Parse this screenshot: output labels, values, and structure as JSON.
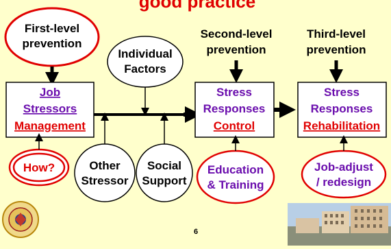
{
  "title_partial": "good practice",
  "first_level": [
    "First-level",
    "prevention"
  ],
  "second_level": [
    "Second-level",
    "prevention"
  ],
  "third_level": [
    "Third-level",
    "prevention"
  ],
  "individual_factors": [
    "Individual",
    "Factors"
  ],
  "box1": {
    "line1": "Job",
    "line2": "Stressors",
    "line3": "Management"
  },
  "box2": {
    "line1": "Stress",
    "line2": "Responses",
    "line3": "Control"
  },
  "box3": {
    "line1": "Stress",
    "line2": "Responses",
    "line3": "Rehabilitation"
  },
  "how": "How?",
  "other_stressor": [
    "Other",
    "Stressor"
  ],
  "social_support": [
    "Social",
    "Support"
  ],
  "education": [
    "Education",
    "& Training"
  ],
  "job_adjust": [
    "Job-adjust",
    "/ redesign"
  ],
  "page_number": "6",
  "colors": {
    "background": "#ffffcc",
    "red": "#e00000",
    "purple": "#6a0dad"
  }
}
